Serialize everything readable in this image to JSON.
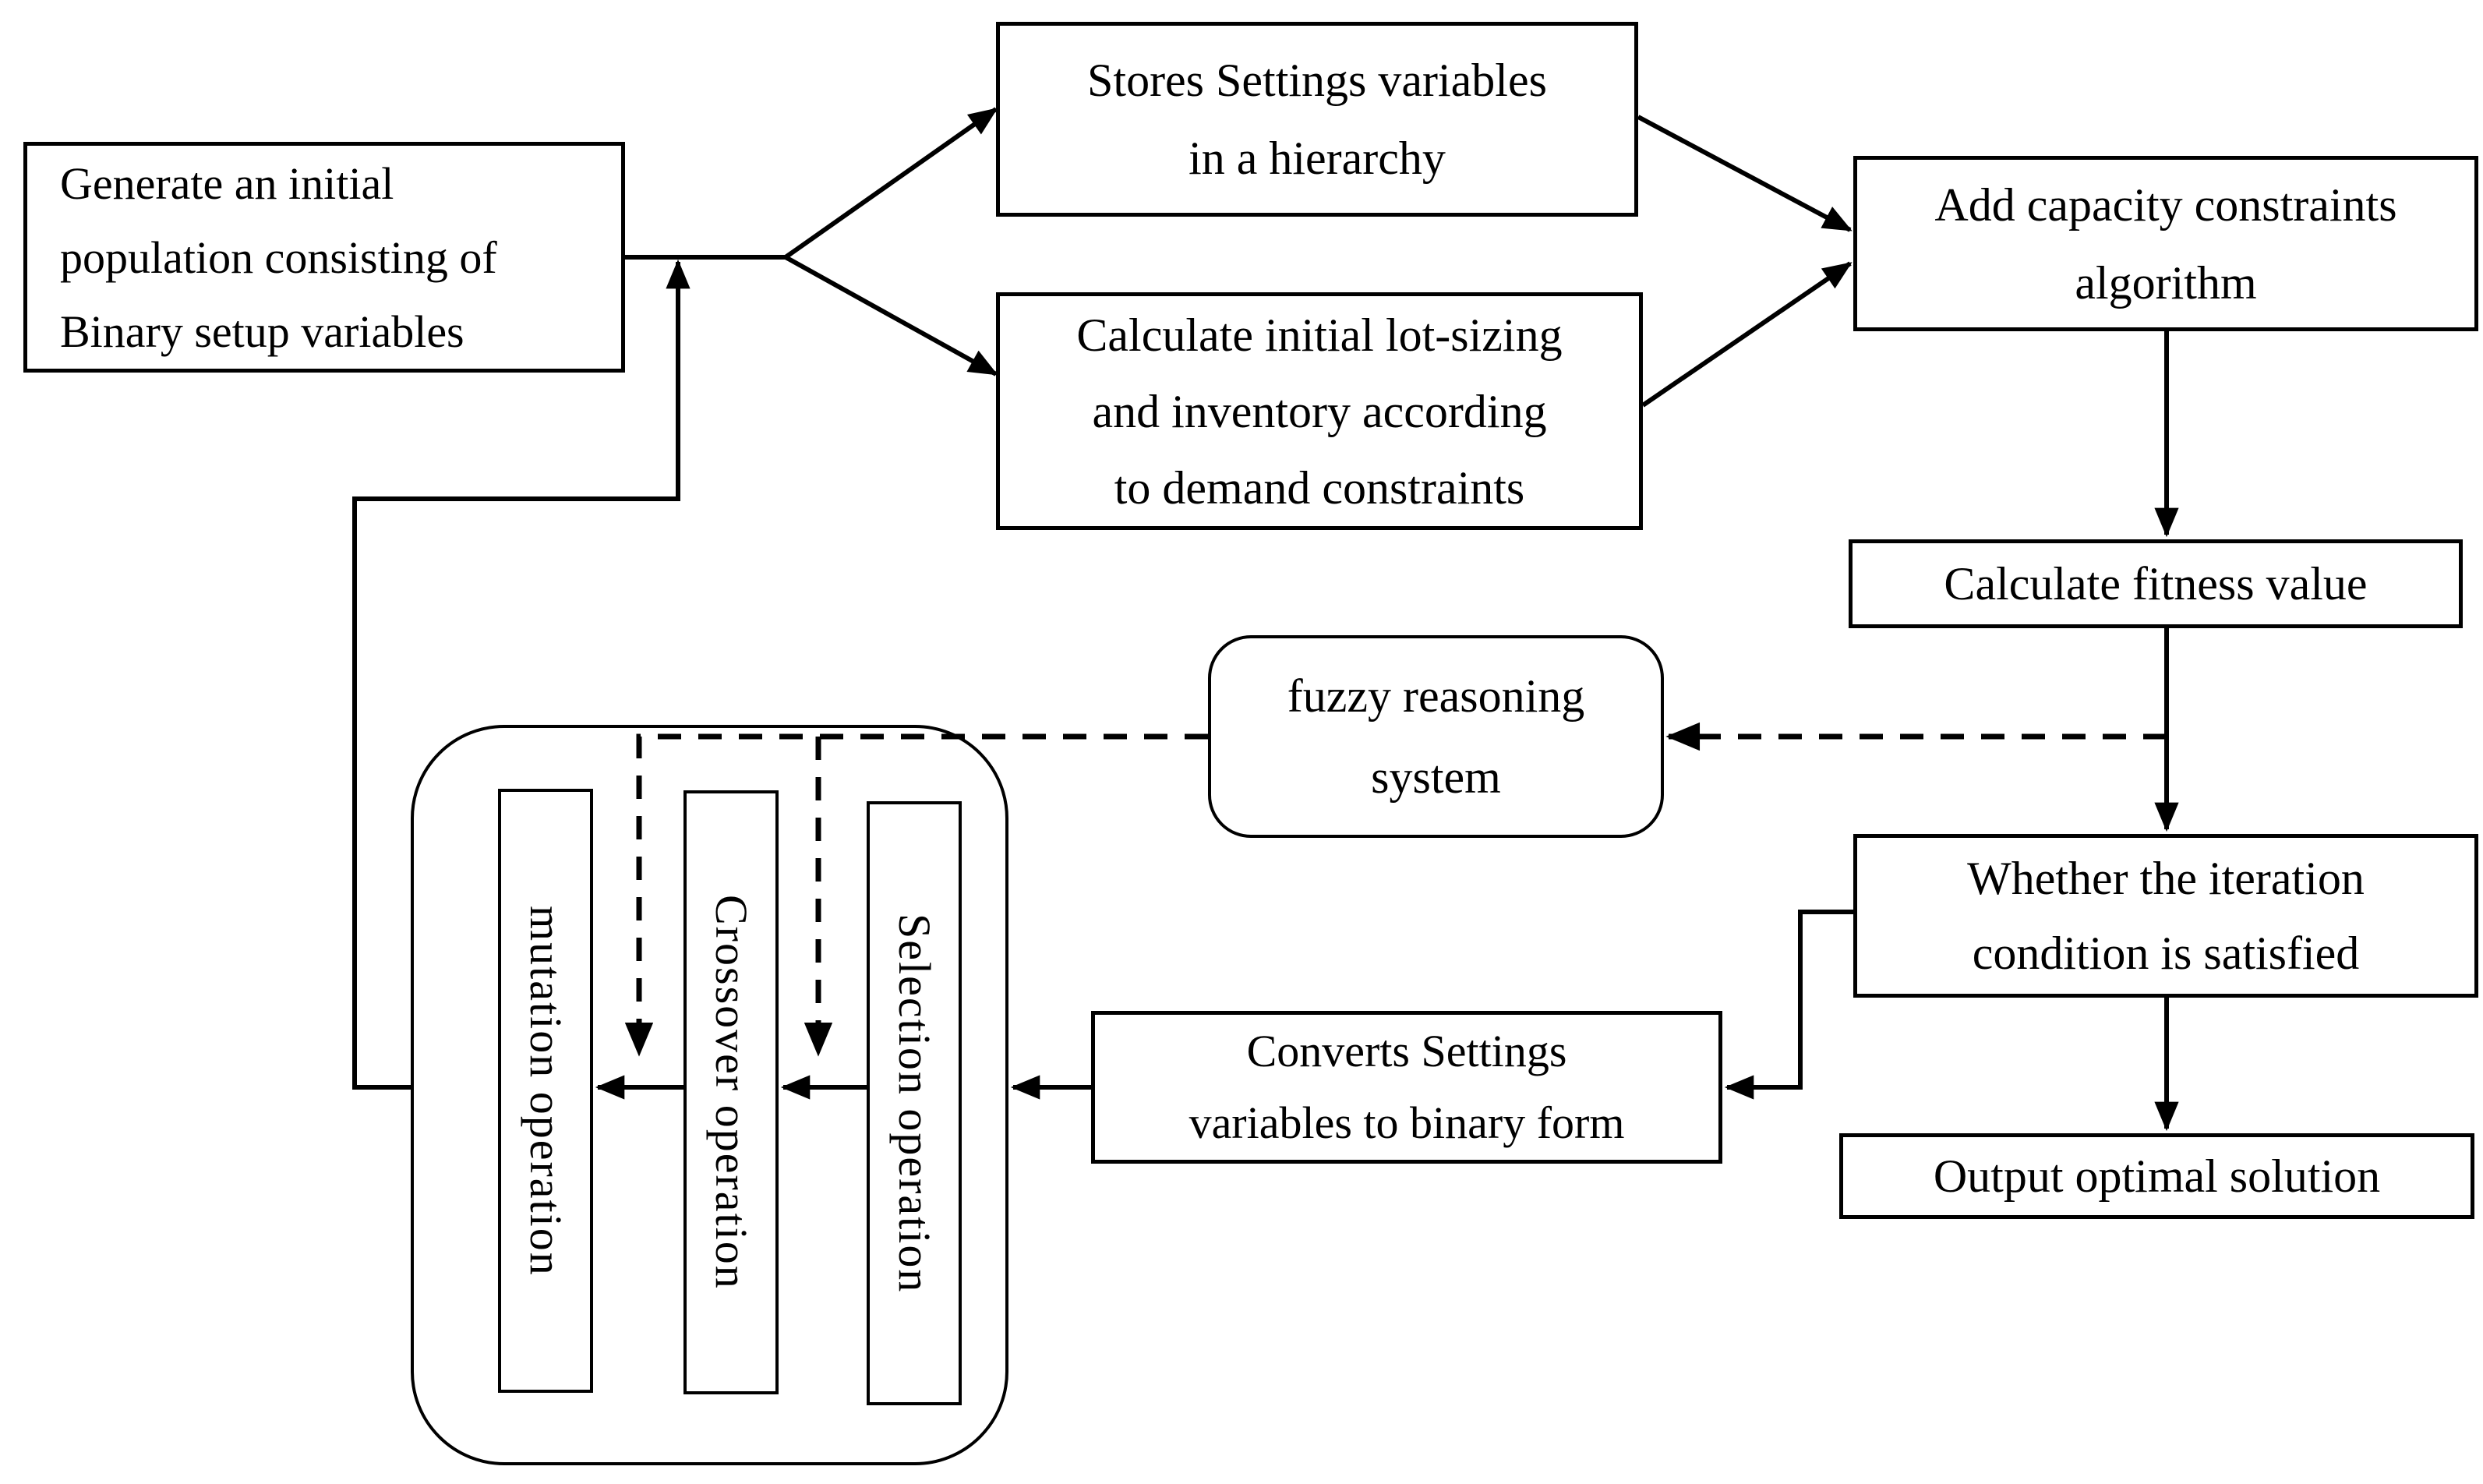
{
  "diagram": {
    "colors": {
      "ink": "#000000",
      "paper": "#ffffff"
    },
    "nodes": {
      "generate": {
        "lines": [
          "Generate an initial",
          "population consisting of",
          "Binary setup variables"
        ]
      },
      "stores": {
        "lines": [
          "Stores Settings variables",
          "in a hierarchy"
        ]
      },
      "calc_lot": {
        "lines": [
          "Calculate initial lot-sizing",
          "and inventory according",
          "to demand constraints"
        ]
      },
      "add_capacity": {
        "lines": [
          "Add capacity constraints",
          "algorithm"
        ]
      },
      "fitness": {
        "lines": [
          "Calculate fitness value"
        ]
      },
      "fuzzy": {
        "lines": [
          "fuzzy reasoning",
          "system"
        ]
      },
      "whether": {
        "lines": [
          "Whether the iteration",
          "condition is satisfied"
        ]
      },
      "output": {
        "lines": [
          "Output optimal solution"
        ]
      },
      "converts": {
        "lines": [
          "Converts Settings",
          "variables to binary form"
        ]
      },
      "mutation": {
        "label": "mutation operation"
      },
      "crossover": {
        "label": "Crossover operation"
      },
      "selection": {
        "label": "Selection operation"
      }
    }
  }
}
